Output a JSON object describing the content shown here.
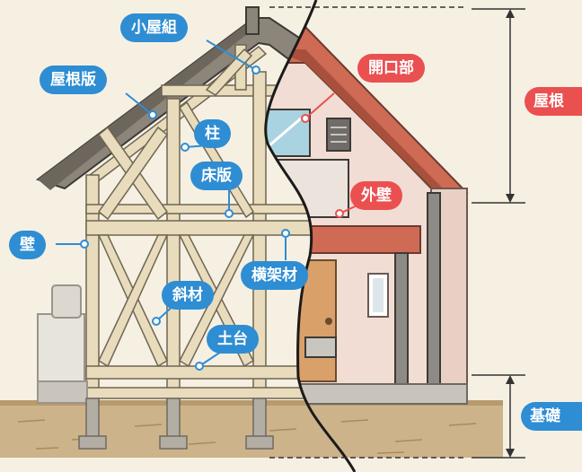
{
  "labels": {
    "koyagumi": "小屋組",
    "yaneita": "屋根版",
    "hashira": "柱",
    "yukaita": "床版",
    "kabe": "壁",
    "yokokazai": "横架材",
    "shazai": "斜材",
    "dodai": "土台",
    "kaikoubu": "開口部",
    "gaiheki": "外壁",
    "yane": "屋根",
    "kiso": "基礎"
  },
  "colors": {
    "background": "#f6f0e3",
    "blue_label": "#2e8dd3",
    "red_label": "#ea5050",
    "roof_tile": "#cf6a54",
    "wall_pink": "#f1ddd3",
    "timber": "#e8dcbc",
    "ground": "#cdb38a"
  }
}
